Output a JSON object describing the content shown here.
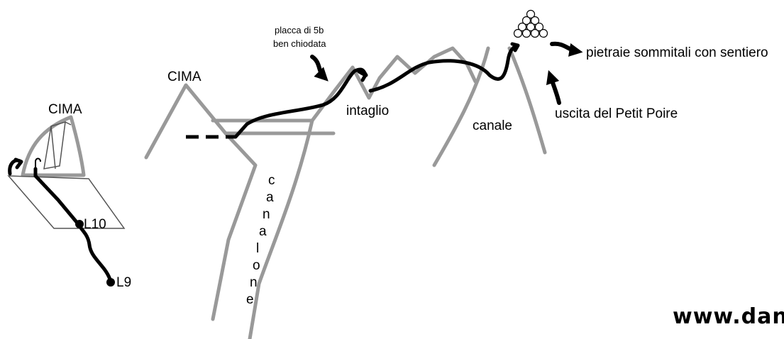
{
  "inset": {
    "summit_label": "CIMA",
    "belay_upper": "L10",
    "belay_lower": "L9"
  },
  "main": {
    "summit_label": "CIMA",
    "slab_note_line1": "placca di 5b",
    "slab_note_line2": "ben chiodata",
    "notch_label": "intaglio",
    "gully_label": "canale",
    "couloir_letters": [
      "c",
      "a",
      "n",
      "a",
      "l",
      "o",
      "n",
      "e"
    ],
    "summit_scree_label": "pietraie sommitali con sentiero",
    "exit_label": "uscita del Petit Poire"
  },
  "watermark": "www.danz",
  "colors": {
    "ridge": "#999999",
    "route": "#000000",
    "background": "#ffffff"
  }
}
